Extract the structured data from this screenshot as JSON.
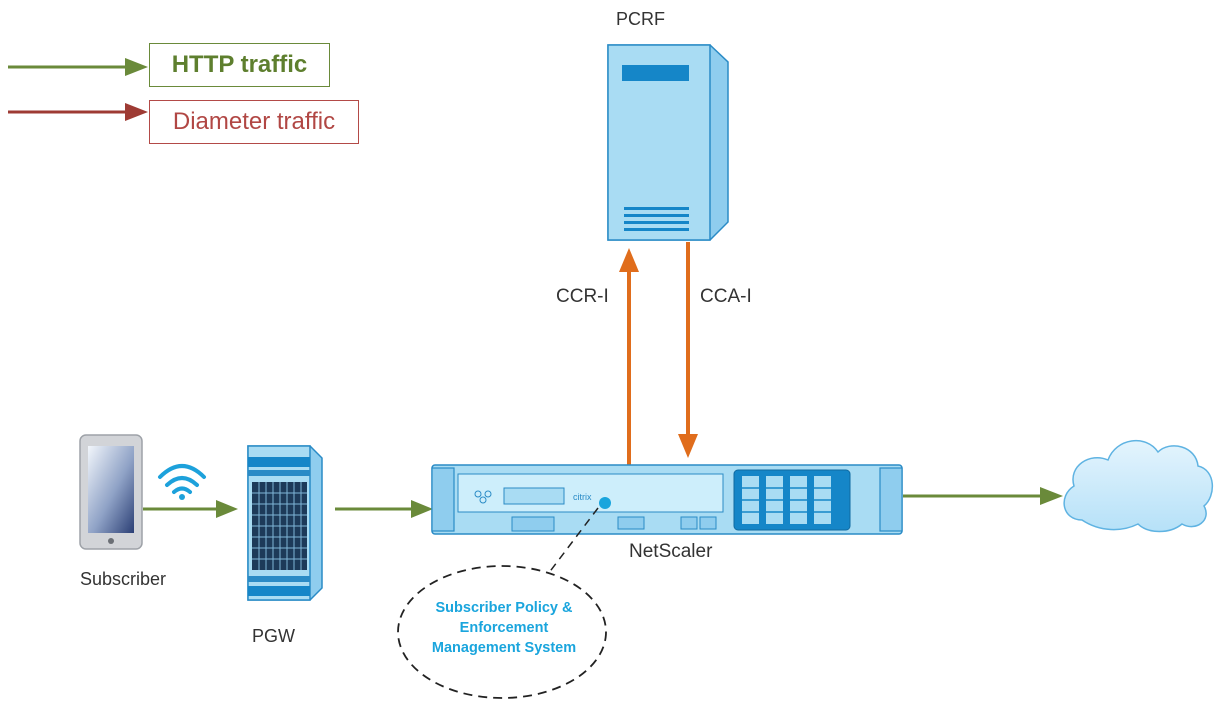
{
  "legend": {
    "http_label": "HTTP traffic",
    "diameter_label": "Diameter traffic",
    "http_color": "#6a8a3a",
    "diameter_color": "#9e3b34"
  },
  "nodes": {
    "pcrf": "PCRF",
    "netscaler": "NetScaler",
    "subscriber": "Subscriber",
    "pgw": "PGW",
    "spems_lines": [
      "Subscriber Policy &",
      "Enforcement",
      "Management System"
    ]
  },
  "messages": {
    "ccr": "CCR-I",
    "cca": "CCA-I"
  },
  "colors": {
    "device_blue": "#a9dcf3",
    "device_blue_dark": "#1586c8",
    "diameter_orange": "#e06d1c",
    "callout_text": "#1aa5dd"
  },
  "icons": [
    "wifi-icon",
    "cloud-icon",
    "server-icon",
    "smartphone-icon",
    "network-appliance-icon"
  ]
}
